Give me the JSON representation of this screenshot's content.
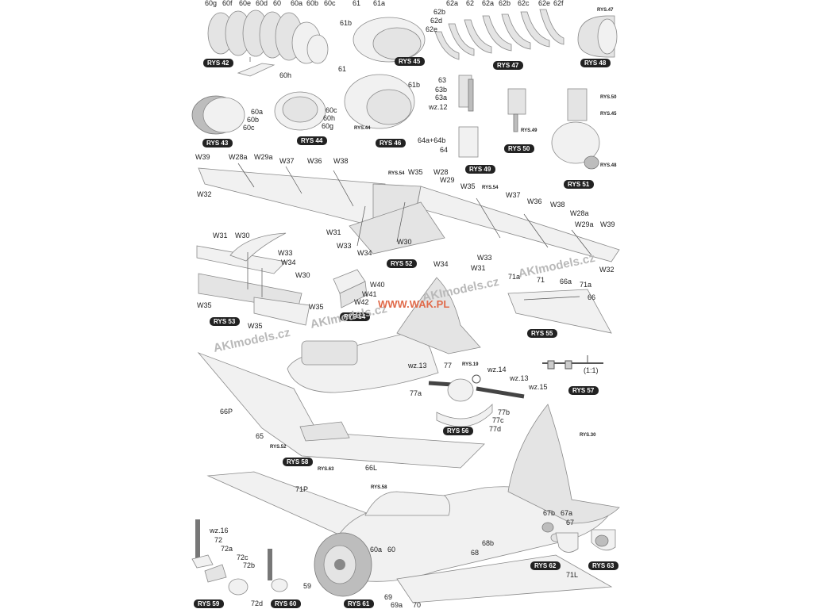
{
  "watermarks": {
    "brand_1": "AKImodels.cz",
    "brand_2": "AKImodels.cz",
    "brand_3": "AKImodels.cz",
    "brand_4": "AKImodels.cz",
    "site": "WWW.WAK.PL"
  },
  "figures": {
    "rys42": "RYS 42",
    "rys43": "RYS 43",
    "rys44": "RYS 44",
    "rys45": "RYS 45",
    "rys46": "RYS 46",
    "rys47": "RYS 47",
    "rys48": "RYS 48",
    "rys49": "RYS 49",
    "rys50": "RYS 50",
    "rys51": "RYS 51",
    "rys52": "RYS 52",
    "rys53": "RYS 53",
    "rys54": "RYS 54",
    "rys55": "RYS 55",
    "rys56": "RYS 56",
    "rys57": "RYS 57",
    "rys58": "RYS 58",
    "rys59": "RYS 59",
    "rys60": "RYS 60",
    "rys61": "RYS 61",
    "rys62": "RYS 62",
    "rys63": "RYS 63"
  },
  "refs": {
    "r47": "RYS.47",
    "r44": "RYS.44",
    "r49": "RYS.49",
    "r50": "RYS.50",
    "r45": "RYS.45",
    "r48": "RYS.48",
    "r54a": "RYS.54",
    "r54b": "RYS.54",
    "r19": "RYS.19",
    "r52": "RYS.52",
    "r63": "RYS.63",
    "r30": "RYS.30",
    "r58": "RYS.58"
  },
  "labels": {
    "l60g": "60g",
    "l60f": "60f",
    "l60e": "60e",
    "l60d": "60d",
    "l60": "60",
    "l60a": "60a",
    "l60b": "60b",
    "l60c": "60c",
    "l60h": "60h",
    "l61": "61",
    "l61a": "61a",
    "l61b": "61b",
    "l61_2": "61",
    "l61b_2": "61b",
    "l62a": "62a",
    "l62": "62",
    "l62a2": "62a",
    "l62b": "62b",
    "l62c": "62c",
    "l62e": "62e",
    "l62f": "62f",
    "l62b_l": "62b",
    "l62d": "62d",
    "l62e_l": "62e",
    "l60a_43": "60a",
    "l60b_43": "60b",
    "l60c_43": "60c",
    "l60c_44": "60c",
    "l60h_44": "60h",
    "l60g_44": "60g",
    "l63": "63",
    "l63b": "63b",
    "l63a": "63a",
    "lwz12": "wz.12",
    "l64ab": "64a+64b",
    "l64": "64",
    "lW39": "W39",
    "lW28a": "W28a",
    "lW29a": "W29a",
    "lW37": "W37",
    "lW36": "W36",
    "lW38": "W38",
    "lW32": "W32",
    "lW35": "W35",
    "lW28": "W28",
    "lW29": "W29",
    "lW35b": "W35",
    "lW37b": "W37",
    "lW36b": "W36",
    "lW38b": "W38",
    "lW28ab": "W28a",
    "lW29ab": "W29a",
    "lW39b": "W39",
    "lW31": "W31",
    "lW33": "W33",
    "lW34": "W34",
    "lW30": "W30",
    "lW34b": "W34",
    "lW33b": "W33",
    "lW31b": "W31",
    "lW32b": "W32",
    "lW31c": "W31",
    "lW30c": "W30",
    "lW33c": "W33",
    "lW34c": "W34",
    "lW30d": "W30",
    "lW35c": "W35",
    "lW35d": "W35",
    "lW35e": "W35",
    "lW40": "W40",
    "lW41": "W41",
    "lW42": "W42",
    "l71a": "71a",
    "l71": "71",
    "l66a": "66a",
    "l71a2": "71a",
    "l66": "66",
    "lwz13": "wz.13",
    "l77": "77",
    "lwz14": "wz.14",
    "lwz13b": "wz.13",
    "lwz15": "wz.15",
    "l77a": "77a",
    "l77b": "77b",
    "l77c": "77c",
    "l77d": "77d",
    "lscale": "(1:1)",
    "l66P": "66P",
    "l65": "65",
    "l66L": "66L",
    "l71P": "71P",
    "lwz16": "wz.16",
    "l72": "72",
    "l72a": "72a",
    "l72c": "72c",
    "l72b": "72b",
    "l72d": "72d",
    "l59": "59",
    "l60a_b": "60a",
    "l60_b": "60",
    "l68b": "68b",
    "l68": "68",
    "l69": "69",
    "l69a": "69a",
    "l70": "70",
    "l67b": "67b",
    "l67a": "67a",
    "l67": "67",
    "l71L": "71L"
  }
}
